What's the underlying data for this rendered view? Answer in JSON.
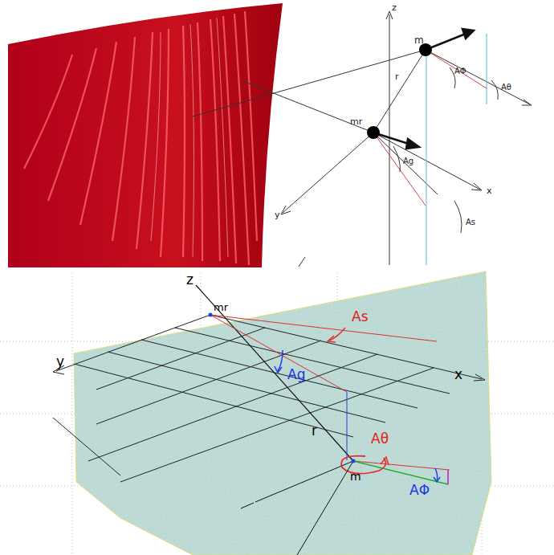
{
  "diagram": {
    "labels": [
      "z",
      "m",
      "r",
      "AΦ",
      "Aθ",
      "Ag",
      "mr",
      "As",
      "x",
      "y",
      "z",
      "mr",
      "As",
      "Ag",
      "y",
      "x",
      "r",
      "Aθ",
      "m",
      "AΦ"
    ]
  }
}
